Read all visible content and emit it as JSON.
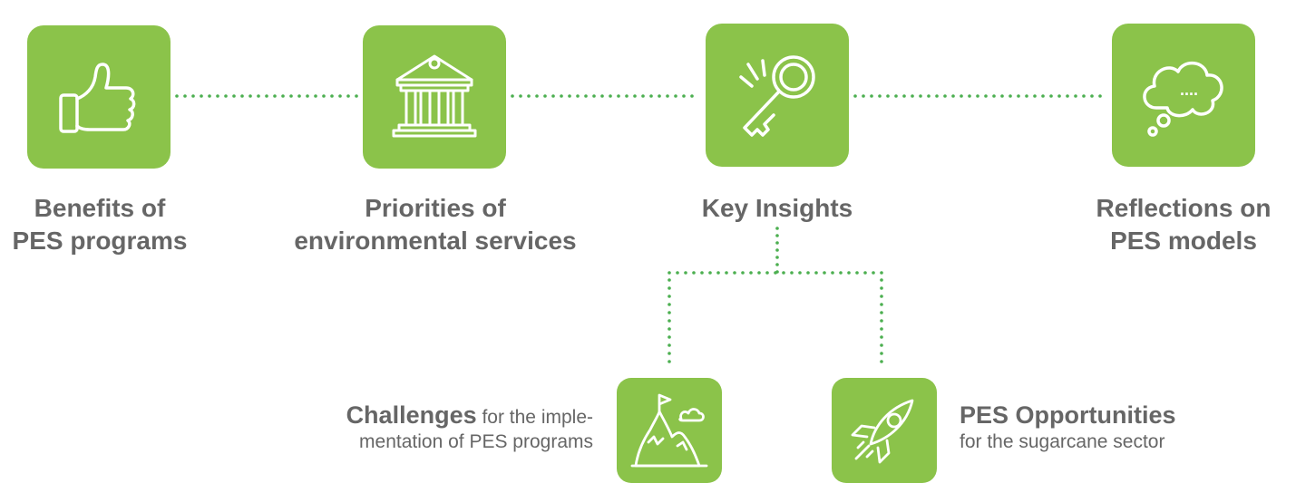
{
  "colors": {
    "tile": "#8BC34A",
    "text": "#666666",
    "dots": "#4CAF50"
  },
  "nodes": [
    {
      "icon": "thumbs-up-icon",
      "line1": "Benefits of",
      "line2": "PES programs"
    },
    {
      "icon": "bank-building-icon",
      "line1": "Priorities of",
      "line2": "environmental services"
    },
    {
      "icon": "key-icon",
      "line1": "Key Insights",
      "line2": ""
    },
    {
      "icon": "thought-cloud-icon",
      "line1": "Reflections on",
      "line2": "PES models"
    }
  ],
  "sub_nodes": {
    "challenges": {
      "icon": "mountain-flag-icon",
      "bold": "Challenges",
      "rest1": " for the imple-",
      "line2": "mentation of PES programs"
    },
    "opportunities": {
      "icon": "rocket-icon",
      "bold": "PES Opportunities",
      "line2": "for the sugarcane sector"
    }
  },
  "cloud_text": "...."
}
